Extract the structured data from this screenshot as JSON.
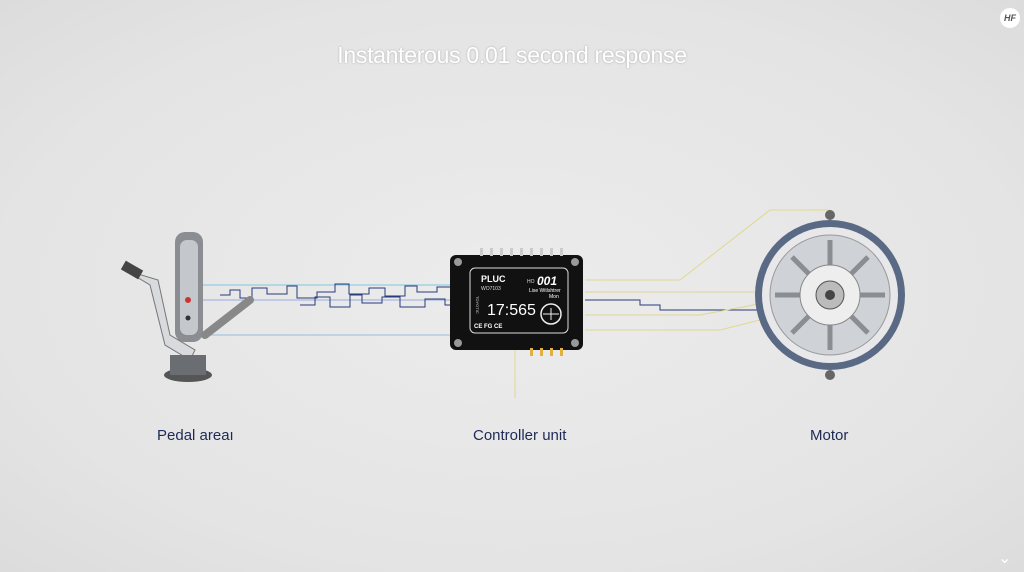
{
  "header": {
    "title": "Instanterous 0.01 second response",
    "logo_text": "HF"
  },
  "labels": {
    "pedal": "Pedal areaı",
    "controller": "Controller unit",
    "motor": "Motor"
  },
  "controller_display": {
    "brand": "PLUC",
    "model": "WO7103",
    "side": "TOYOTIC",
    "code_prefix": "HO",
    "code": "001",
    "line1": "Lise Witlshtrer",
    "line2": "Mon",
    "time": "17:565",
    "marks": "CE FG CE"
  },
  "icons": {
    "scroll": "chevron-down-icon"
  }
}
